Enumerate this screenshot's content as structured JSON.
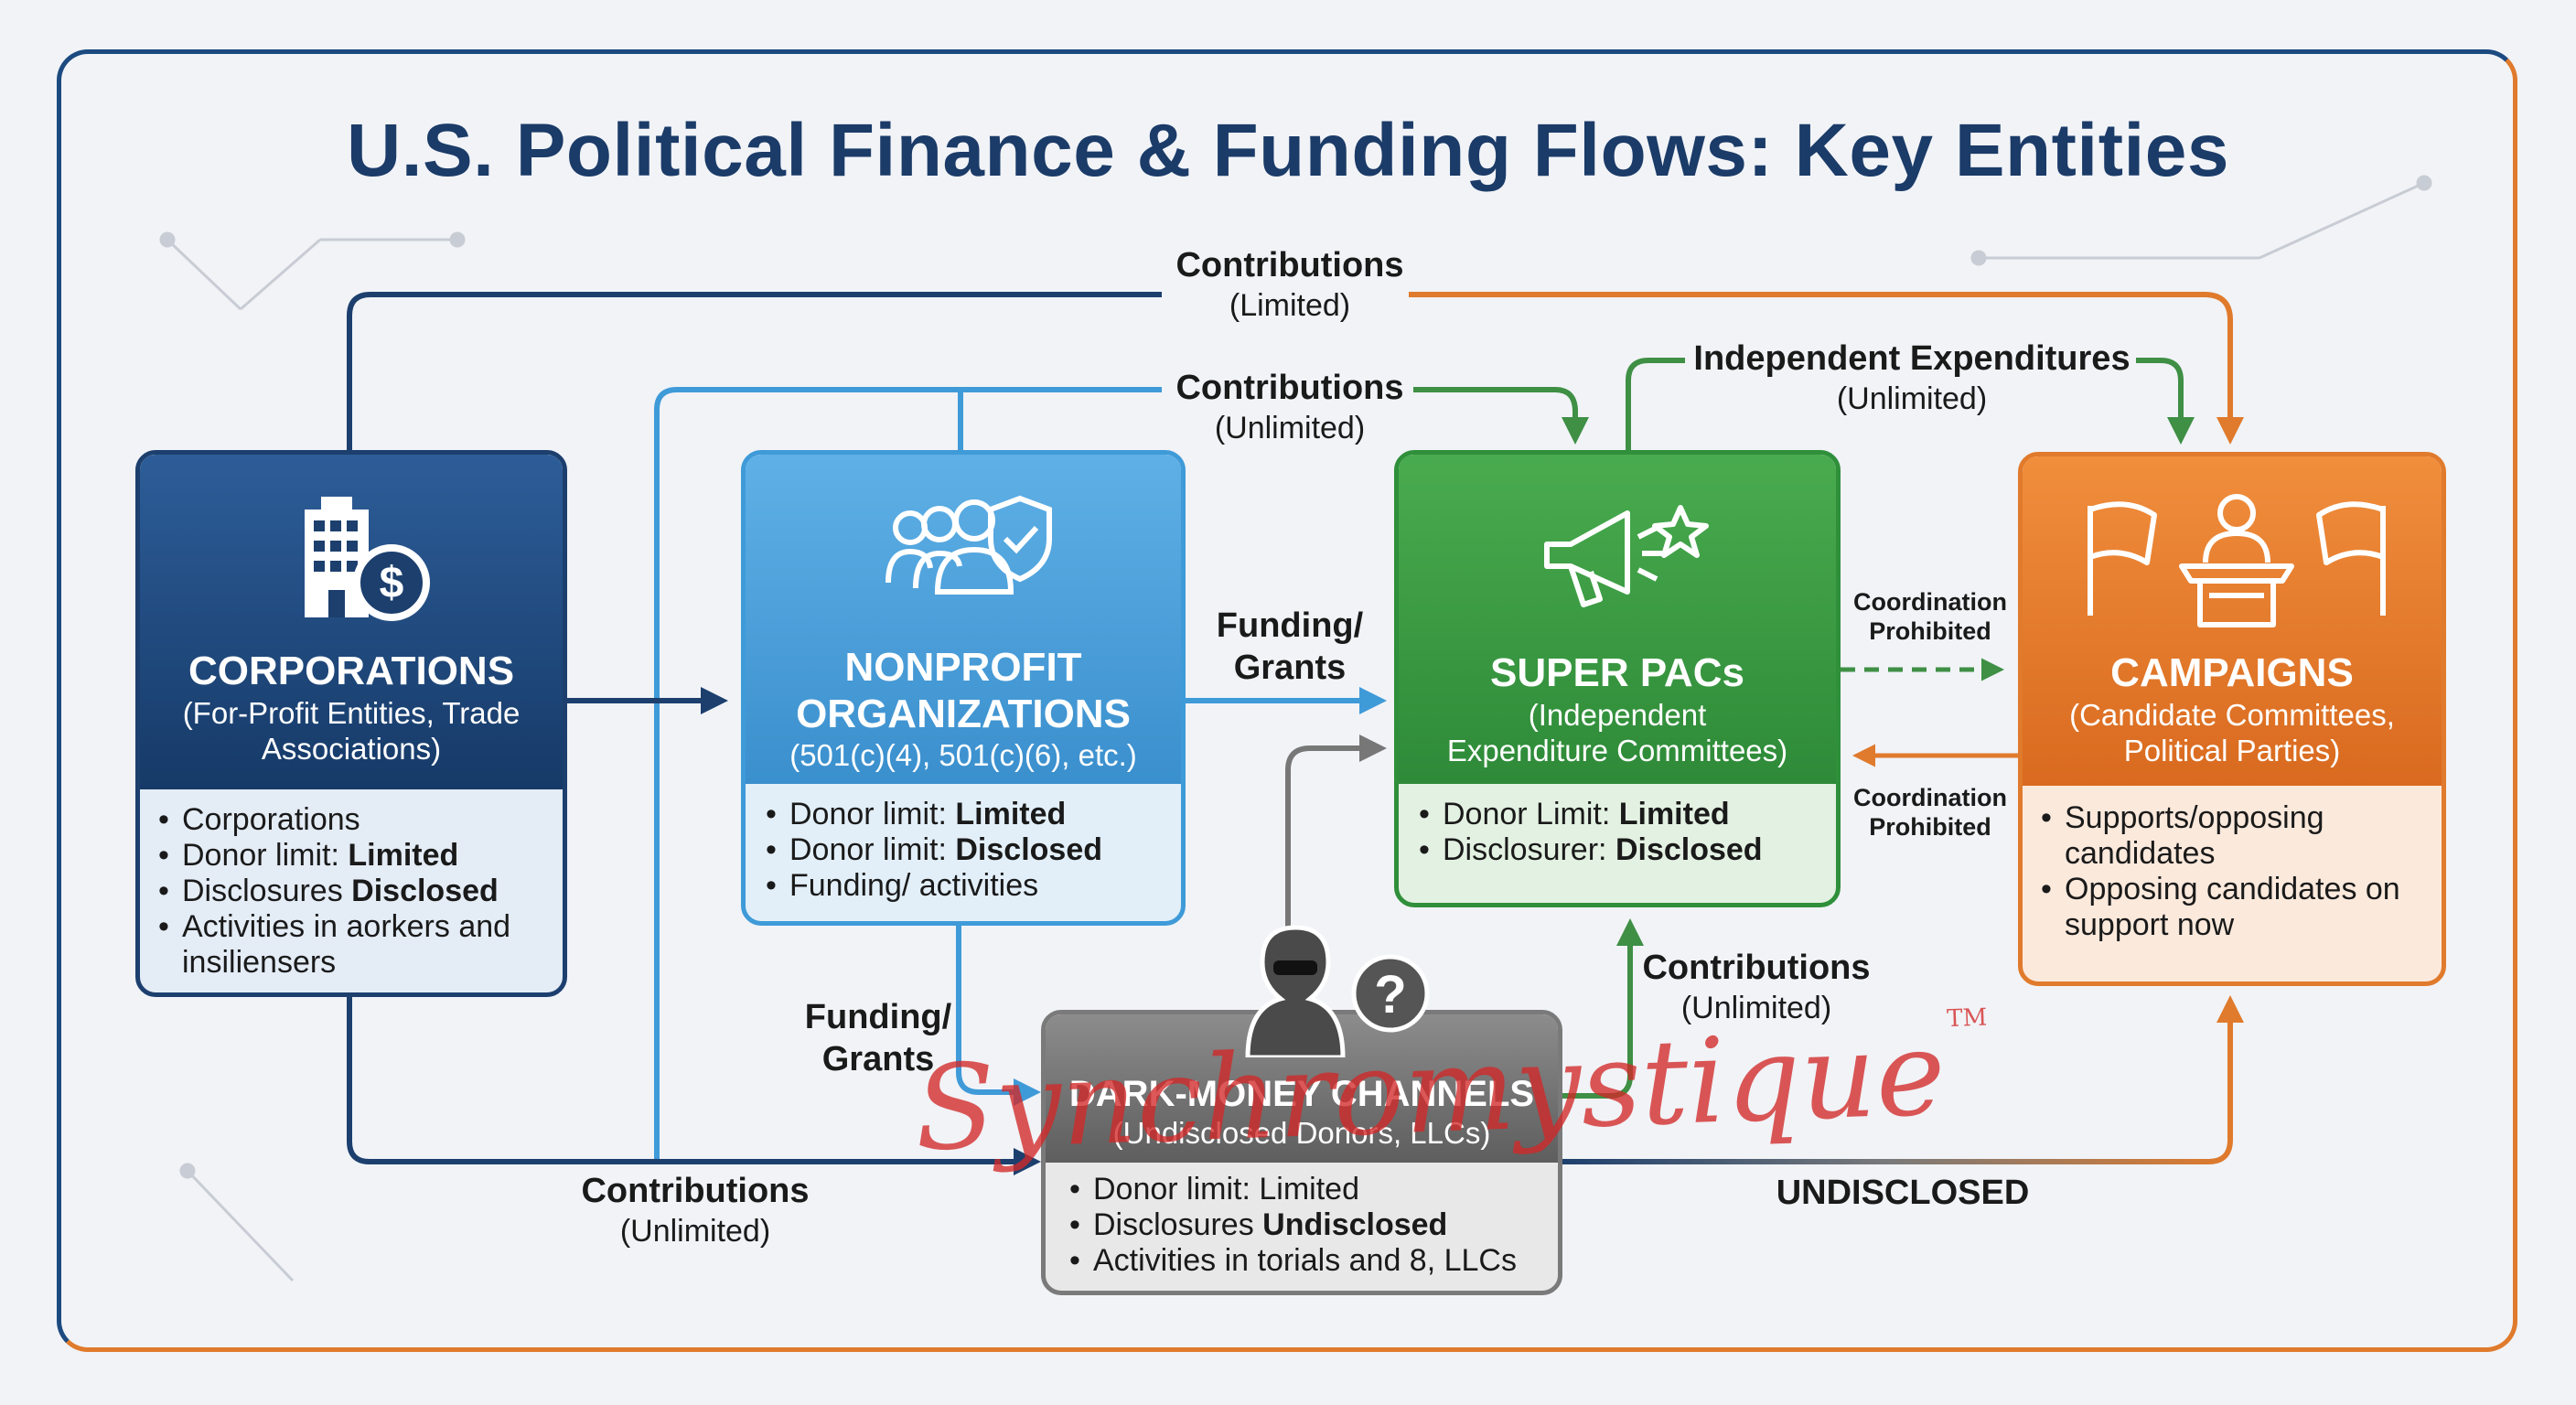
{
  "title": "U.S. Political Finance & Funding Flows: Key Entities",
  "colors": {
    "corporations": "#1e4b82",
    "nonprofits": "#3f9ad8",
    "super_pacs": "#2f8f3a",
    "campaigns": "#e57a2b",
    "dark_money": "#6f6f6f",
    "watermark": "#d22828"
  },
  "entities": {
    "corporations": {
      "icon": "building-dollar-icon",
      "name": "CORPORATIONS",
      "subtitle": "(For-Profit Entities, Trade Associations)",
      "bullets": [
        {
          "text": "Corporations",
          "bold": ""
        },
        {
          "text": "Donor limit: ",
          "bold": "Limited"
        },
        {
          "text": "Disclosures ",
          "bold": "Disclosed"
        },
        {
          "text": "Activities in a‍orkers and insiliensers",
          "bold": ""
        }
      ]
    },
    "nonprofits": {
      "icon": "group-shield-icon",
      "name": "NONPROFIT ORGANIZATIONS",
      "subtitle": "(501(c)(4), 501(c)(6), etc.)",
      "bullets": [
        {
          "text": "Donor limit: ",
          "bold": "Limited"
        },
        {
          "text": "Donor limit: ",
          "bold": "Disclosed"
        },
        {
          "text": "Funding/ activities",
          "bold": ""
        }
      ]
    },
    "super_pacs": {
      "icon": "megaphone-star-icon",
      "name": "SUPER PACs",
      "subtitle": "(Independent Expenditure Committees)",
      "bullets": [
        {
          "text": "Donor Limit: ",
          "bold": "Limited"
        },
        {
          "text": "Disclosurer: ",
          "bold": "Disclosed"
        }
      ]
    },
    "campaigns": {
      "icon": "podium-flags-icon",
      "name": "CAMPAIGNS",
      "subtitle": "(Candidate Committees, Political Parties)",
      "bullets": [
        {
          "text": "Supports/opposing candidates",
          "bold": ""
        },
        {
          "text": "Opposing candidates on support now",
          "bold": ""
        }
      ]
    },
    "dark_money": {
      "icon": "hooded-figure-question-icon",
      "question": "?",
      "name": "DARK-MONEY CHANNELS",
      "subtitle": "(Undisclosed Donors, LLCs)",
      "bullets": [
        {
          "text": "Donor limit: Limited",
          "bold": ""
        },
        {
          "text": "Disclosures ",
          "bold": "Undisclosed"
        },
        {
          "text": "Activities in torials and 8, LLCs",
          "bold": ""
        }
      ]
    }
  },
  "flows": {
    "top_contributions": {
      "bold": "Contributions",
      "normal": "(Limited)"
    },
    "mid_contributions": {
      "bold": "Contributions",
      "normal": "(Unlimited)"
    },
    "independent_expenditures": {
      "bold": "Independent Expenditures",
      "normal": "(Unlimited)"
    },
    "funding_grants_right": {
      "bold": "Funding/ Grants"
    },
    "coordination_top": {
      "bold": "Coordination Prohibited"
    },
    "coordination_bottom": {
      "bold": "Coordination Prohibited"
    },
    "funding_grants_down": {
      "bold": "Funding/ Grants"
    },
    "dark_to_pac_contributions": {
      "bold": "Contributions",
      "normal": "(Unlimited)"
    },
    "bottom_contributions": {
      "bold": "Contributions",
      "normal": "(Unlimited)"
    },
    "undisclosed": {
      "bold": "UNDISCLOSED"
    }
  },
  "watermark": {
    "text": "Synchromystique",
    "mark": "TM"
  }
}
